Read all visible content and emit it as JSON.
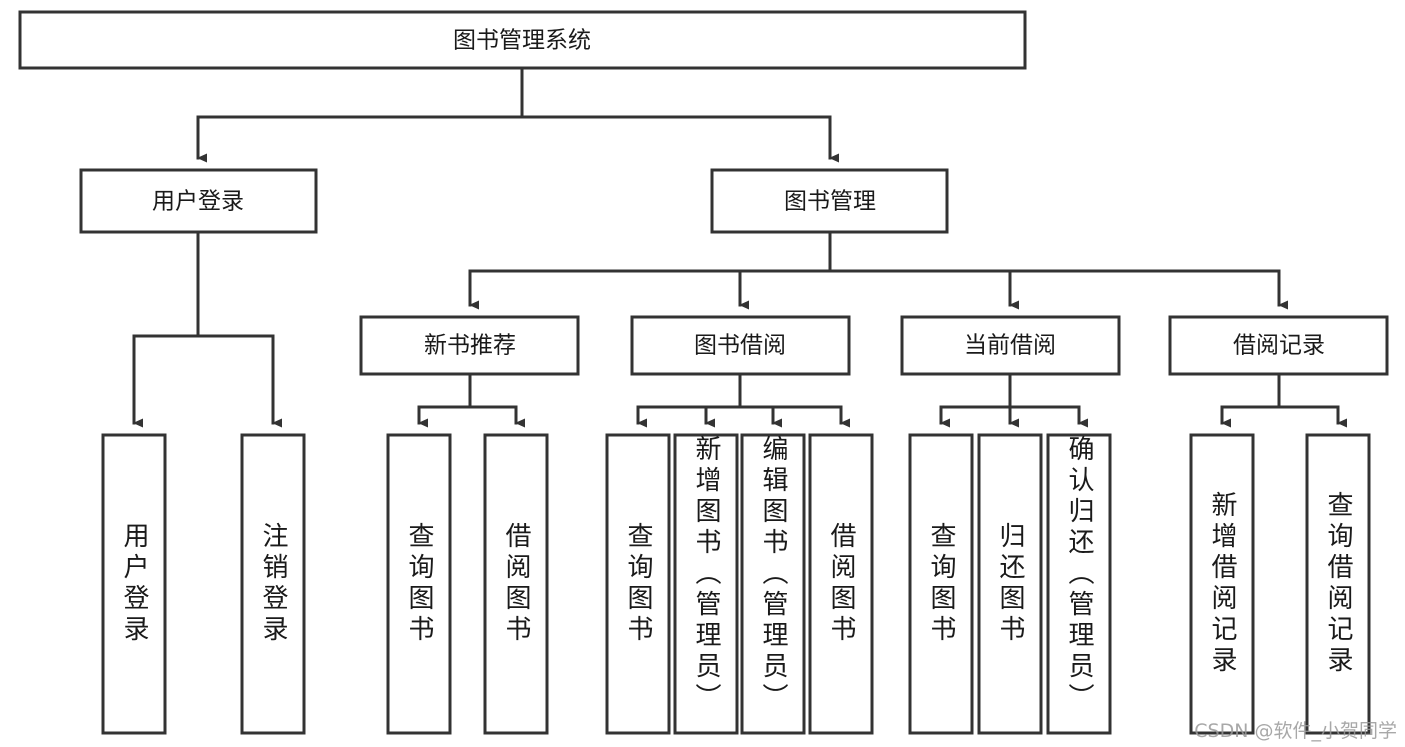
{
  "diagram": {
    "type": "tree",
    "title": "图书管理系统",
    "watermark": "CSDN @软件_小贺同学",
    "colors": {
      "stroke": "#333333",
      "fill": "#ffffff",
      "text": "#1a1a1a",
      "watermark": "#9a9a9a"
    },
    "levels": {
      "root": {
        "label": "图书管理系统"
      },
      "level2": [
        {
          "id": "user-login",
          "label": "用户登录"
        },
        {
          "id": "book-management",
          "label": "图书管理"
        }
      ],
      "level3": [
        {
          "id": "new-book-recommend",
          "label": "新书推荐",
          "parent": "book-management"
        },
        {
          "id": "book-borrow",
          "label": "图书借阅",
          "parent": "book-management"
        },
        {
          "id": "current-borrow",
          "label": "当前借阅",
          "parent": "book-management"
        },
        {
          "id": "borrow-record",
          "label": "借阅记录",
          "parent": "book-management"
        }
      ],
      "leaves": [
        {
          "id": "leaf-user-login",
          "label": "用户登录",
          "parent": "user-login"
        },
        {
          "id": "leaf-logout-login",
          "label": "注销登录",
          "parent": "user-login"
        },
        {
          "id": "leaf-query-book-1",
          "label": "查询图书",
          "parent": "new-book-recommend"
        },
        {
          "id": "leaf-borrow-book-1",
          "label": "借阅图书",
          "parent": "new-book-recommend"
        },
        {
          "id": "leaf-query-book-2",
          "label": "查询图书",
          "parent": "book-borrow"
        },
        {
          "id": "leaf-add-book",
          "label": "新增图书（管理员）",
          "parent": "book-borrow"
        },
        {
          "id": "leaf-edit-book",
          "label": "编辑图书（管理员）",
          "parent": "book-borrow"
        },
        {
          "id": "leaf-borrow-book-2",
          "label": "借阅图书",
          "parent": "book-borrow"
        },
        {
          "id": "leaf-query-book-3",
          "label": "查询图书",
          "parent": "current-borrow"
        },
        {
          "id": "leaf-return-book",
          "label": "归还图书",
          "parent": "current-borrow"
        },
        {
          "id": "leaf-confirm-return",
          "label": "确认归还（管理员）",
          "parent": "current-borrow"
        },
        {
          "id": "leaf-add-record",
          "label": "新增借阅记录",
          "parent": "borrow-record"
        },
        {
          "id": "leaf-query-record",
          "label": "查询借阅记录",
          "parent": "borrow-record"
        }
      ]
    }
  }
}
